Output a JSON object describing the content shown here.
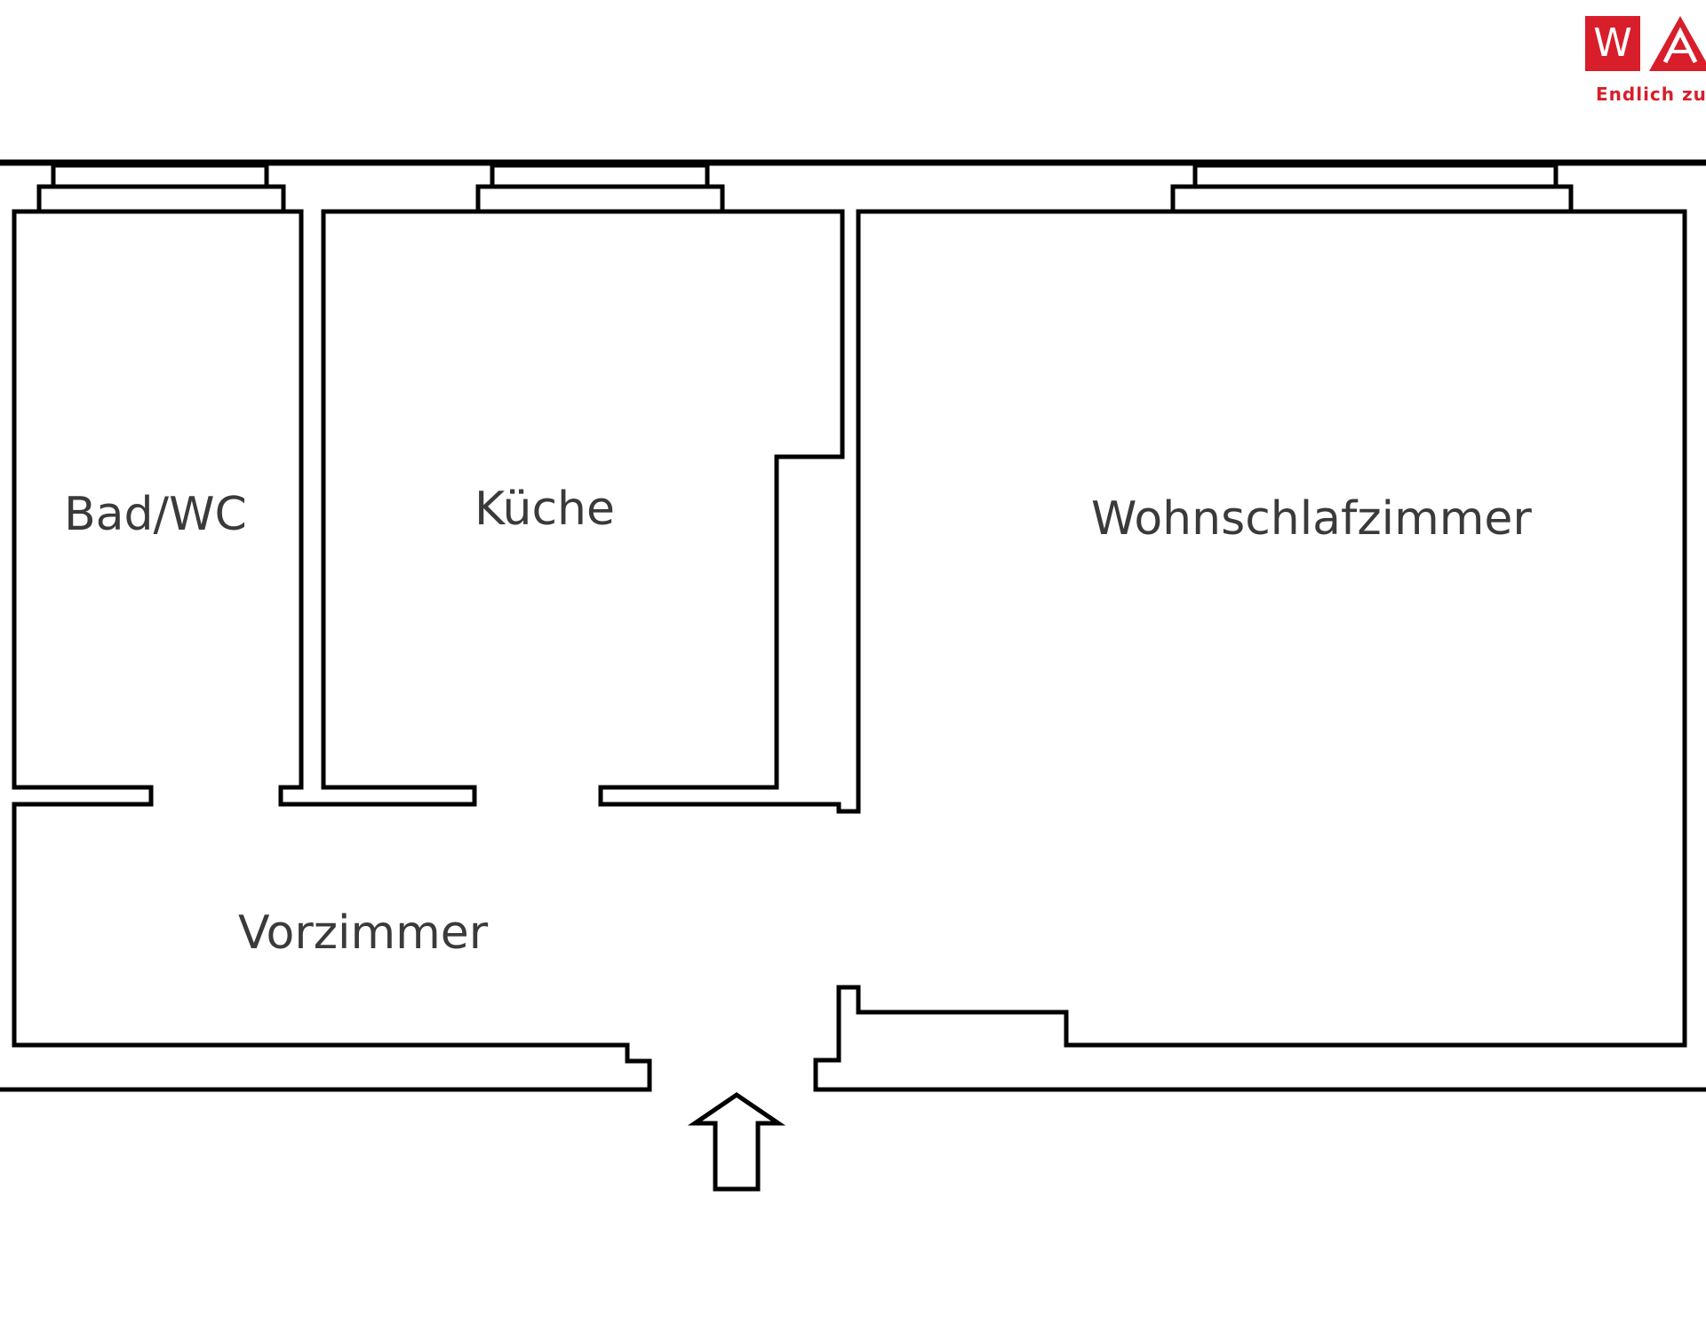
{
  "logo": {
    "letter_w": "W",
    "letter_a": "A",
    "tagline": "Endlich zu",
    "color": "#d81e2a"
  },
  "rooms": {
    "bad": "Bad/WC",
    "kueche": "Küche",
    "wohnschlaf": "Wohnschlafzimmer",
    "vorzimmer": "Vorzimmer"
  },
  "entrance_icon": "arrow-up-icon",
  "colors": {
    "lines": "#000000",
    "labels": "#3a3a3a"
  }
}
